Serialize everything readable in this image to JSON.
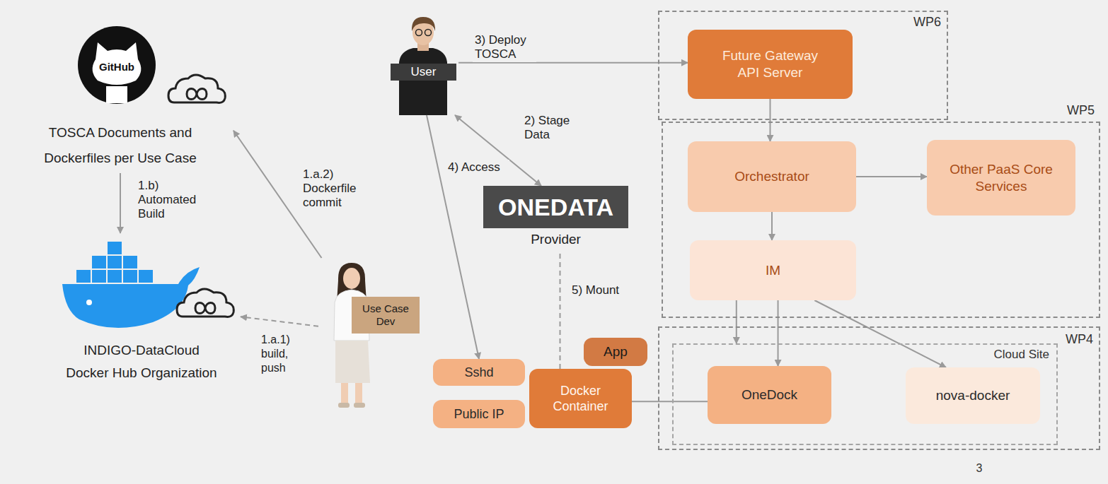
{
  "diagram": {
    "nodes": [
      {
        "text": [
          "TOSCA Documents and Dockerfiles per Use Case"
        ]
      },
      {
        "text": [
          "INDIGO-DataCloud Docker Hub Organization"
        ]
      },
      {
        "text": [
          "User"
        ]
      },
      {
        "text": [
          "ONEDATA",
          "Provider"
        ]
      },
      {
        "text": [
          "Use Case Dev"
        ]
      },
      {
        "text": [
          "Sshd"
        ]
      },
      {
        "text": [
          "Public IP"
        ]
      },
      {
        "text": [
          "App"
        ]
      },
      {
        "text": [
          "Docker Container"
        ]
      },
      {
        "text": [
          "WP6"
        ]
      },
      {
        "text": [
          "Future Gateway API Server"
        ],
        "in": 9
      },
      {
        "text": [
          "WP5"
        ]
      },
      {
        "text": [
          "Orchestrator"
        ],
        "in": 11
      },
      {
        "text": [
          "Other PaaS Core Services"
        ],
        "in": 11
      },
      {
        "text": [
          "IM"
        ],
        "in": 11
      },
      {
        "text": [
          "WP4"
        ]
      },
      {
        "text": [
          "Cloud Site"
        ],
        "in": 15
      },
      {
        "text": [
          "OneDock"
        ],
        "in": 16
      },
      {
        "text": [
          "nova-docker"
        ],
        "in": 16
      }
    ],
    "edges": [
      {
        "from": 0,
        "to": 1,
        "arrow": "to",
        "label": "1.b) Automated Build"
      },
      {
        "from": 4,
        "to": 0,
        "arrow": "to",
        "label": "1.a.2) Dockerfile commit"
      },
      {
        "from": 4,
        "to": 1,
        "arrow": "to",
        "label": "1.a.1) build, push"
      },
      {
        "from": 2,
        "to": 10,
        "arrow": "to",
        "label": "3) Deploy TOSCA"
      },
      {
        "from": 2,
        "to": 3,
        "arrow": "both",
        "label": "2) Stage Data"
      },
      {
        "from": 2,
        "to": 5,
        "arrow": "to",
        "label": "4) Access"
      },
      {
        "from": 8,
        "to": 3,
        "arrow": "none",
        "label": "5) Mount"
      },
      {
        "from": 10,
        "to": 12,
        "arrow": "to"
      },
      {
        "from": 12,
        "to": 13,
        "arrow": "to"
      },
      {
        "from": 12,
        "to": 14,
        "arrow": "to"
      },
      {
        "from": 14,
        "to": 16,
        "arrow": "to"
      },
      {
        "from": 14,
        "to": 17,
        "arrow": "to"
      },
      {
        "from": 14,
        "to": 18,
        "arrow": "to"
      },
      {
        "from": 17,
        "to": 8,
        "arrow": "none"
      }
    ],
    "labels": [
      "GitHub",
      "3"
    ]
  }
}
